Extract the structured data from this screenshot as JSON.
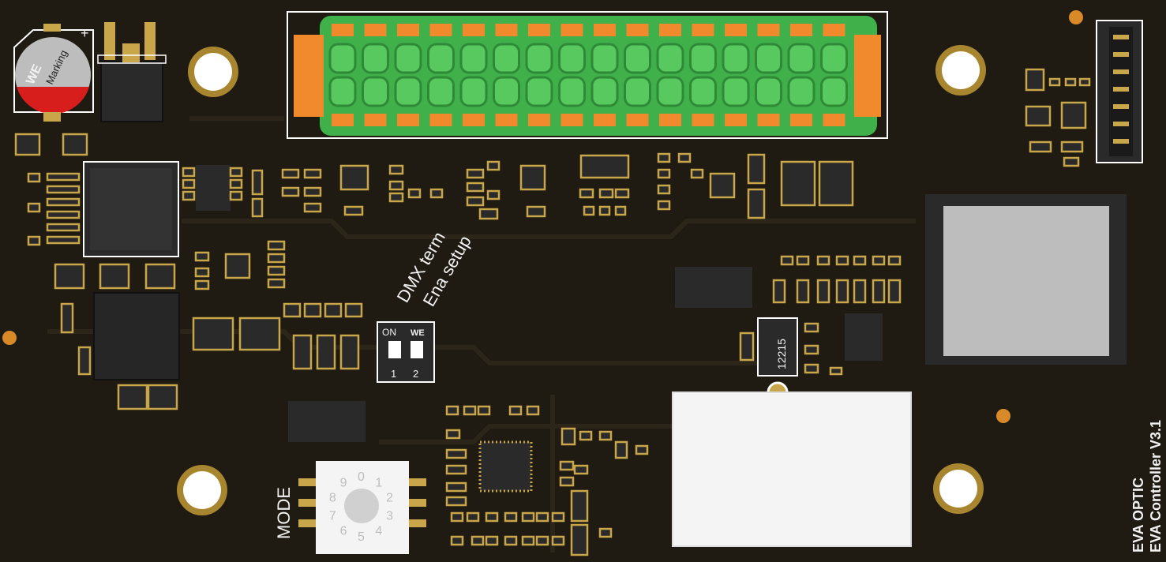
{
  "board": {
    "title_line1": "EVA OPTIC",
    "title_line2": "EVA Controller V3.1",
    "colors": {
      "pcb": "#201b12",
      "pad_gold": "#c9a64a",
      "silkscreen": "#f2f2f2",
      "chip": "#2a2a2a",
      "connector_green": "#3fb04a",
      "connector_orange": "#f08a2c",
      "cap_red": "#d81d1d"
    }
  },
  "labels": {
    "dmx_term": "DMX term",
    "ena_setup": "Ena setup",
    "mode": "MODE",
    "dip_on": "ON",
    "dip_1": "1",
    "dip_2": "2",
    "regulator_marking": "12215",
    "cap_marking": "Marking",
    "cap_brand": "WE",
    "dip_brand": "WE",
    "cap_plus": "+",
    "rotary_digits": [
      "0",
      "1",
      "2",
      "3",
      "4",
      "5",
      "6",
      "7",
      "8",
      "9"
    ]
  },
  "icons": {
    "connector": "terminal-block-icon",
    "ethernet": "rj45-jack-icon",
    "wifi_module": "esp32-module-icon",
    "rotary": "rotary-switch-icon",
    "dip": "dip-switch-icon"
  }
}
